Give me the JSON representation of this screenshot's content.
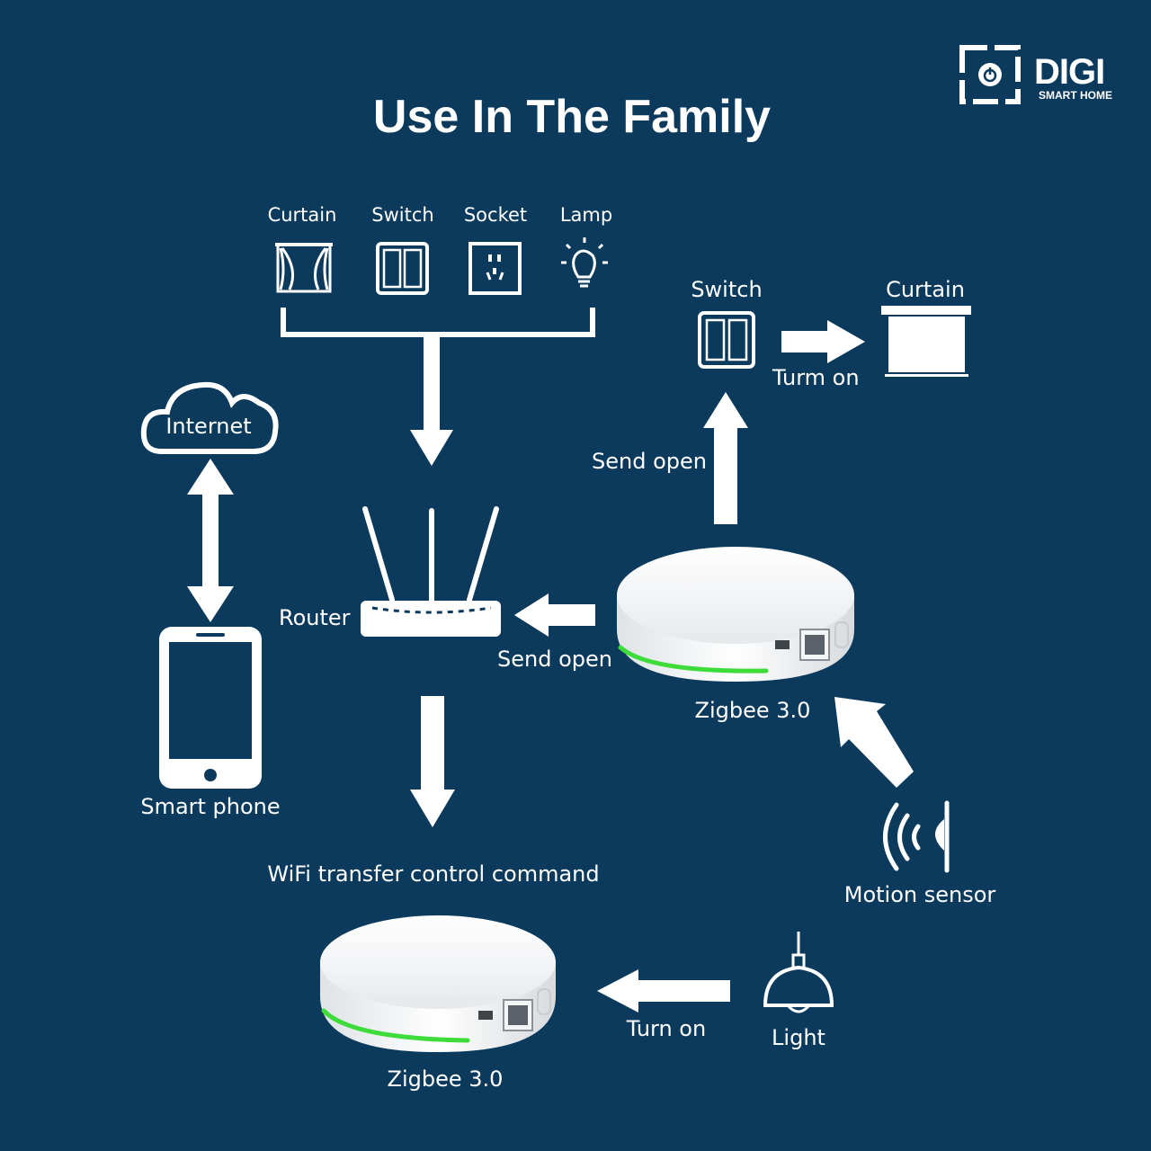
{
  "title": "Use In The Family",
  "brand": {
    "name": "DIGI",
    "tagline": "SMART HOME"
  },
  "devices_top": [
    "Curtain",
    "Switch",
    "Socket",
    "Lamp"
  ],
  "labels": {
    "internet": "Internet",
    "smart_phone": "Smart phone",
    "router": "Router",
    "send_open_router": "Send open",
    "send_open_up": "Send open",
    "switch_right": "Switch",
    "curtain_right": "Curtain",
    "turn_on_curtain": "Turm on",
    "zigbee_hub_right": "Zigbee 3.0",
    "wifi_transfer": "WiFi transfer control command",
    "motion_sensor": "Motion sensor",
    "zigbee_hub_bottom": "Zigbee 3.0",
    "turn_on_light": "Turn on",
    "light": "Light"
  },
  "colors": {
    "background": "#0b3a5c",
    "foreground": "#ffffff",
    "led": "#3ddc3a"
  }
}
